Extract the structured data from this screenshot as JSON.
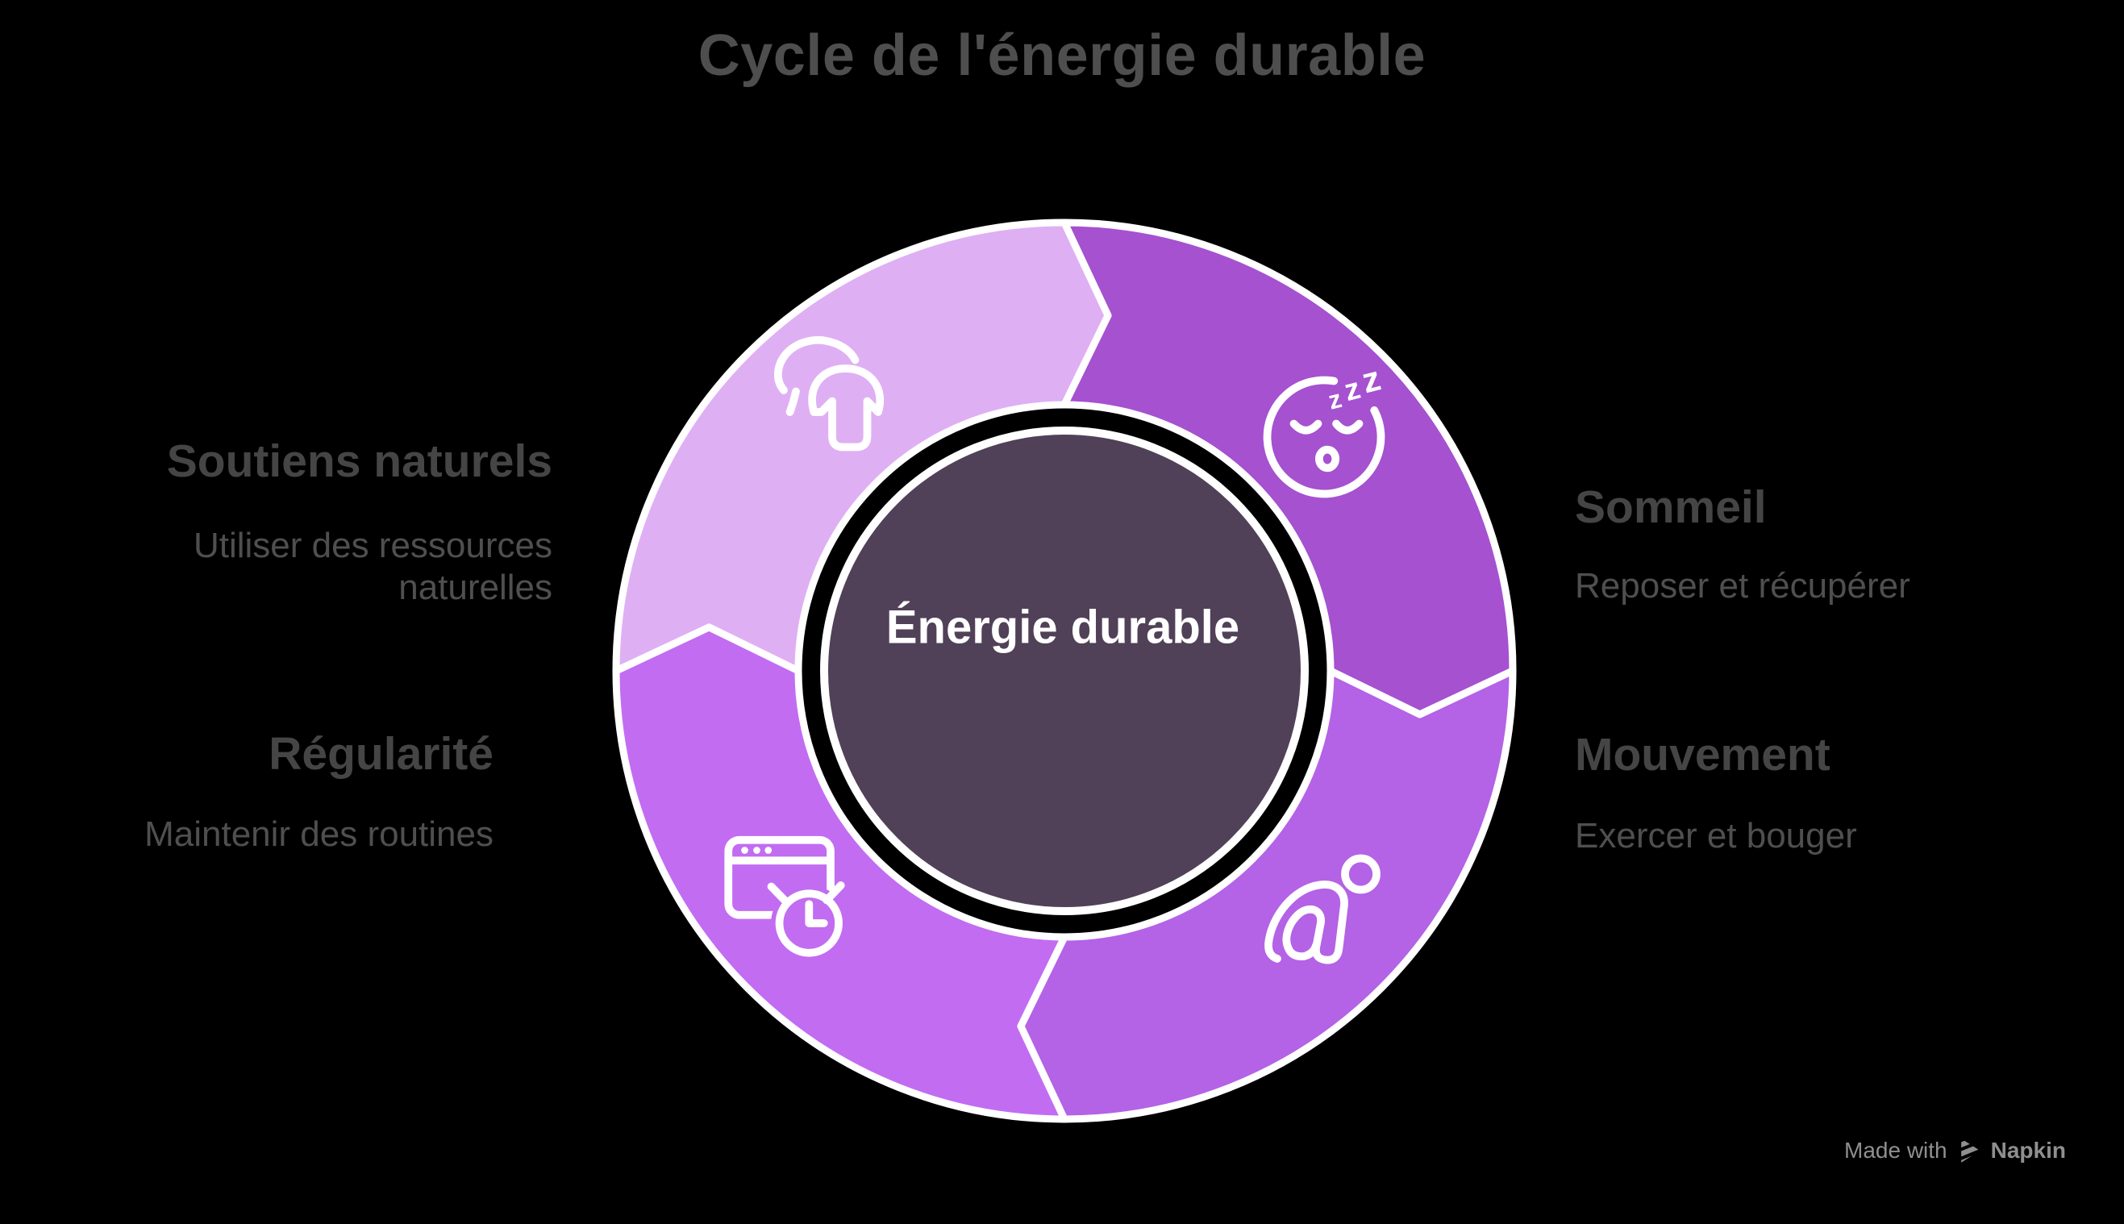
{
  "title": "Cycle de l'énergie durable",
  "center": {
    "label": "Énergie durable"
  },
  "segments": [
    {
      "name": "Soutiens naturels",
      "description": "Utiliser des ressources naturelles",
      "color": "#DFAFF4",
      "icon": "mushroom-icon",
      "position": "top-left"
    },
    {
      "name": "Sommeil",
      "description": "Reposer et récupérer",
      "color": "#A551D0",
      "icon": "sleeping-face-icon",
      "position": "top-right"
    },
    {
      "name": "Mouvement",
      "description": "Exercer et bouger",
      "color": "#B462E6",
      "icon": "stretching-person-icon",
      "position": "bottom-right"
    },
    {
      "name": "Régularité",
      "description": "Maintenir des routines",
      "color": "#C26CF2",
      "icon": "window-clock-icon",
      "position": "bottom-left"
    }
  ],
  "footer": {
    "made_with": "Made with",
    "brand": "Napkin"
  },
  "colors": {
    "background": "#000000",
    "outline": "#FFFFFF",
    "center_fill": "#504158",
    "center_text": "#FFFFFF",
    "title_text": "#4E4E4E",
    "heading_text": "#454545",
    "description_text": "#4F4F4F",
    "footer_text": "#8F8F8F"
  }
}
